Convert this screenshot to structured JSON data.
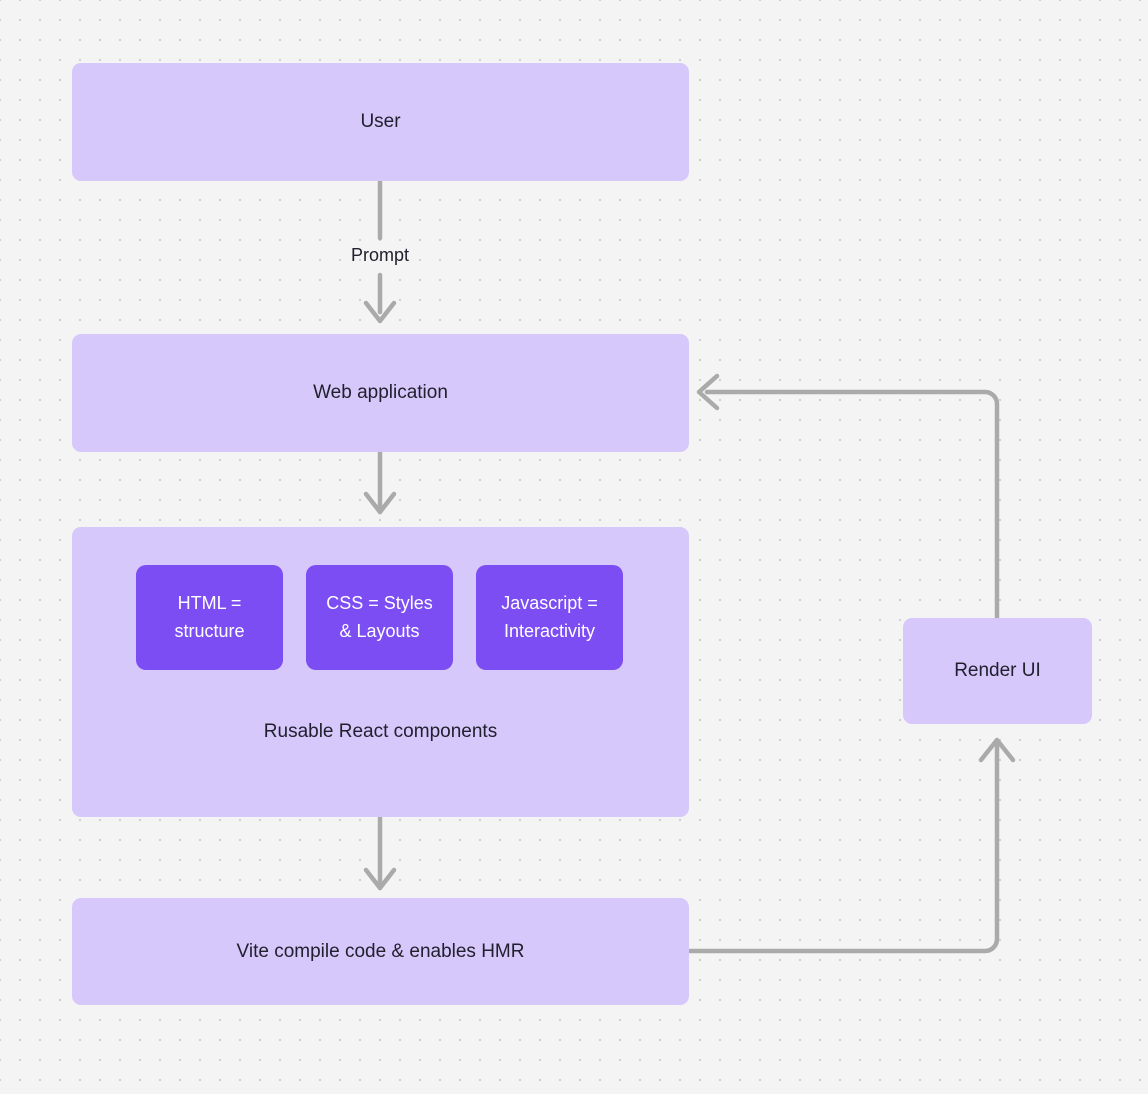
{
  "diagram": {
    "type": "flowchart",
    "background": "#f4f4f5",
    "grid": "dotted",
    "colors": {
      "node_fill": "#d7c8fb",
      "node_strong_fill": "#7c4df2",
      "node_text": "#21202e",
      "node_strong_text": "#ffffff",
      "edge": "#aaaaaa",
      "grid_dot": "#d0d0d4"
    },
    "nodes": [
      {
        "id": "user",
        "label": "User"
      },
      {
        "id": "web_application",
        "label": "Web application"
      },
      {
        "id": "components",
        "label": "Rusable React components"
      },
      {
        "id": "html",
        "label": "HTML =\nstructure",
        "line1": "HTML =",
        "line2": "structure"
      },
      {
        "id": "css",
        "label": "CSS = Styles\n& Layouts",
        "line1": "CSS = Styles",
        "line2": "& Layouts"
      },
      {
        "id": "javascript",
        "label": "Javascript =\nInteractivity",
        "line1": "Javascript =",
        "line2": "Interactivity"
      },
      {
        "id": "vite",
        "label": "Vite compile code & enables HMR"
      },
      {
        "id": "render_ui",
        "label": "Render UI"
      }
    ],
    "edges": [
      {
        "from": "user",
        "to": "web_application",
        "label": "Prompt",
        "style": "straight-down-arrow"
      },
      {
        "from": "web_application",
        "to": "components",
        "label": "",
        "style": "straight-down-arrow"
      },
      {
        "from": "components",
        "to": "vite",
        "label": "",
        "style": "straight-down-arrow"
      },
      {
        "from": "vite",
        "to": "render_ui",
        "label": "",
        "style": "elbow-right-up-arrow"
      },
      {
        "from": "render_ui",
        "to": "web_application",
        "label": "",
        "style": "elbow-up-left-arrow"
      }
    ]
  }
}
